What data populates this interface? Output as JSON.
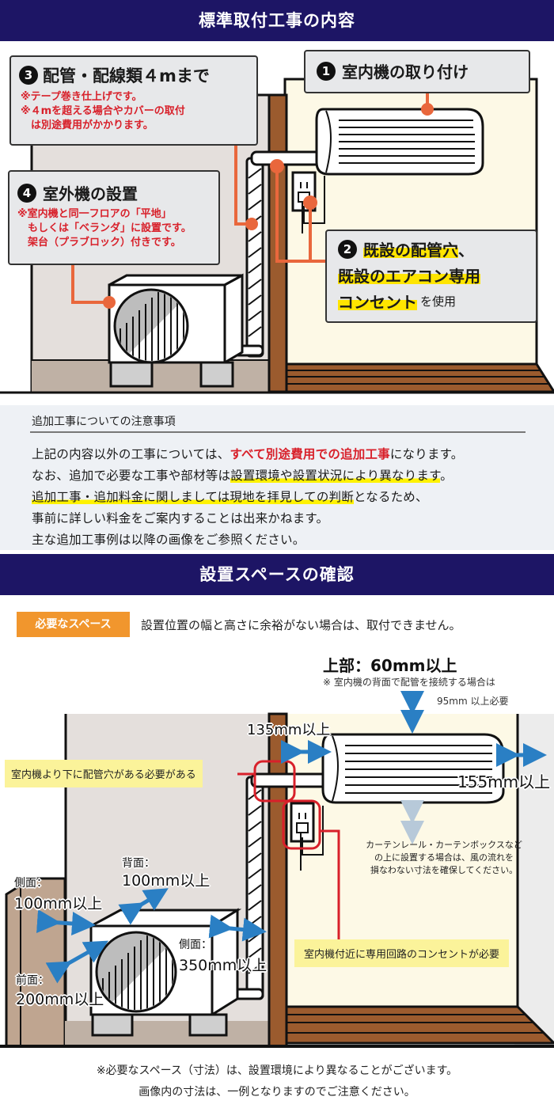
{
  "section1": {
    "title": "標準取付工事の内容",
    "callouts": [
      {
        "num": "1",
        "title": "室内機の取り付け"
      },
      {
        "num": "2",
        "title_line1": "既設の配管穴、",
        "title_line1_hl": "既設の配管穴",
        "title_line1_tail": "、",
        "title_line2": "既設のエアコン専用",
        "title_line3_hl": "コンセント",
        "title_line3_tail": "を使用"
      },
      {
        "num": "3",
        "title": "配管・配線類４mまで",
        "notes": [
          "※テープ巻き仕上げです。",
          "※４mを超える場合やカバーの取付",
          "　は別途費用がかかります。"
        ]
      },
      {
        "num": "4",
        "title": "室外機の設置",
        "notes": [
          "※室内機と同一フロアの「平地」",
          "　もしくは「ベランダ」に設置です。",
          "　架台（プラブロック）付きです。"
        ]
      }
    ]
  },
  "notice": {
    "title": "追加工事についての注意事項",
    "lines": [
      {
        "pre": "上記の内容以外の工事については、",
        "red": "すべて別途費用での追加工事",
        "post": "になります。"
      },
      {
        "pre": "なお、追加で必要な工事や部材等は",
        "hl": "設置環境や設置状況により異なります",
        "post": "。"
      },
      {
        "hl": "追加工事・追加料金に関しましては現地を拝見しての判断",
        "post": "となるため、"
      },
      {
        "pre": "事前に詳しい料金をご案内することは出来かねます。"
      },
      {
        "pre": "主な追加工事例は以降の画像をご参照ください。"
      }
    ]
  },
  "section2": {
    "title": "設置スペースの確認",
    "badge": "必要なスペース",
    "badge_text": "設置位置の幅と高さに余裕がない場合は、取付できません。",
    "top_clearance": "上部：60mm以上",
    "top_note_line1": "※ 室内機の背面で配管を接続する場合は",
    "top_note_line2": "95mm 以上必要",
    "left_clearance": "135mm以上",
    "right_clearance": "155mm以上",
    "pipe_hole_note": "室内機より下に配管穴がある必要がある",
    "curtain_note": [
      "カーテンレール・カーテンボックスなど",
      "の上に設置する場合は、風の流れを",
      "損なわない寸法を確保してください。"
    ],
    "outlet_note": "室内機付近に専用回路のコンセントが必要",
    "outdoor": {
      "back_label": "背面：",
      "back_value": "100mm以上",
      "side_left_label": "側面：",
      "side_left_value": "100mm以上",
      "front_label": "前面：",
      "front_value": "200mm以上",
      "side_right_label": "側面：",
      "side_right_value": "350mm以上"
    },
    "footer": [
      "※必要なスペース（寸法）は、設置環境により異なることがございます。",
      "画像内の寸法は、一例となりますのでご注意ください。"
    ]
  },
  "colors": {
    "banner": "#1d1565",
    "accent_orange": "#e9673c",
    "red_text": "#d8202a",
    "arrow_blue": "#2a7fc4",
    "badge_orange": "#f1962d",
    "highlight_yellow": "#ffe500"
  }
}
